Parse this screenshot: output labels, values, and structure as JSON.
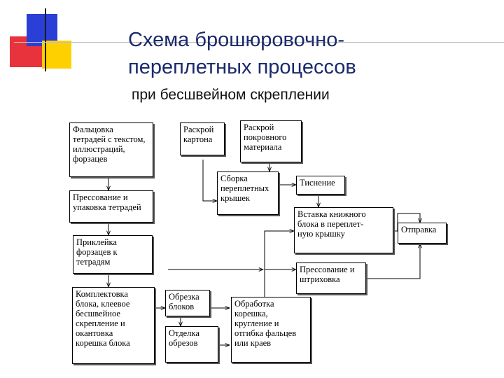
{
  "slide": {
    "title_lines": [
      "Схема брошюровочно-",
      "переплетных процессов"
    ],
    "subtitle": "при бесшвейном скреплении"
  },
  "colors": {
    "accent_red": "#e8323c",
    "accent_blue": "#2a3fd6",
    "accent_yellow": "#ffd000",
    "title_text": "#1a2a6c"
  },
  "diagram": {
    "nodes": {
      "folding": "Фальцовка\nтетрадей с текстом,\nиллюстраций,\nфорзацев",
      "pressing_packing": "Прессование и\nупаковка тетрадей",
      "endpaper_gluing": "Приклейка\nфорзацев к\nтетрадям",
      "block_assembly": "Комплектовка\nблока, клеевое\nбесшвейное\nскрепление и\nокантовка\nкорешка блока",
      "board_cutting": "Раскрой\nкартона",
      "cover_material_cutting": "Раскрой\nпокровного\nматериала",
      "cover_assembly": "Сборка\nпереплетных\nкрышек",
      "embossing": "Тиснение",
      "block_insertion": "Вставка книжного\nблока в переплет-\nную крышку",
      "shipping": "Отправка",
      "final_pressing": "Прессование и\nштриховка",
      "block_trimming": "Обрезка\nблоков",
      "edge_finishing": "Отделка\nобрезов",
      "spine_processing": "Обработка\nкорешка,\nкругление и\nотгибка фальцев\nили краев"
    }
  }
}
